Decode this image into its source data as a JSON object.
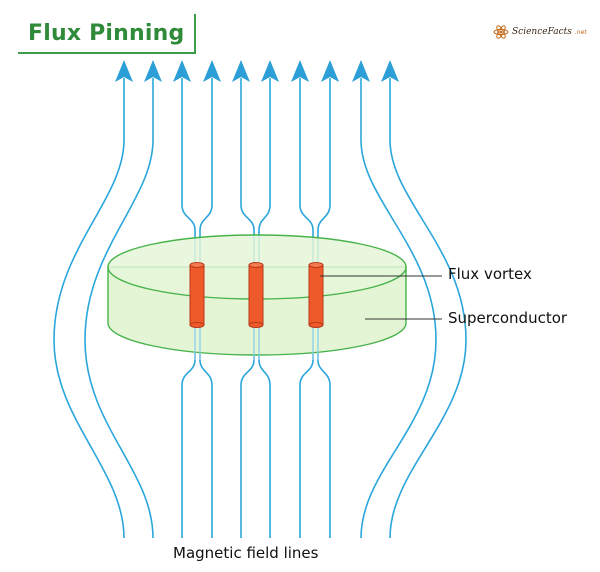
{
  "title": "Flux Pinning",
  "logo": {
    "text": "ScienceFacts",
    "suffix": ".net",
    "icon": "atom-icon"
  },
  "labels": {
    "flux_vortex": "Flux vortex",
    "superconductor": "Superconductor",
    "field_lines": "Magnetic field lines"
  },
  "colors": {
    "title": "#2f8a3a",
    "field_line": "#2aa6dc",
    "arrow": "#2b9fd6",
    "disk_fill": "#dff3cf",
    "disk_edge": "#47b34a",
    "vortex": "#ef5a2a",
    "vortex_edge": "#b8381a"
  }
}
